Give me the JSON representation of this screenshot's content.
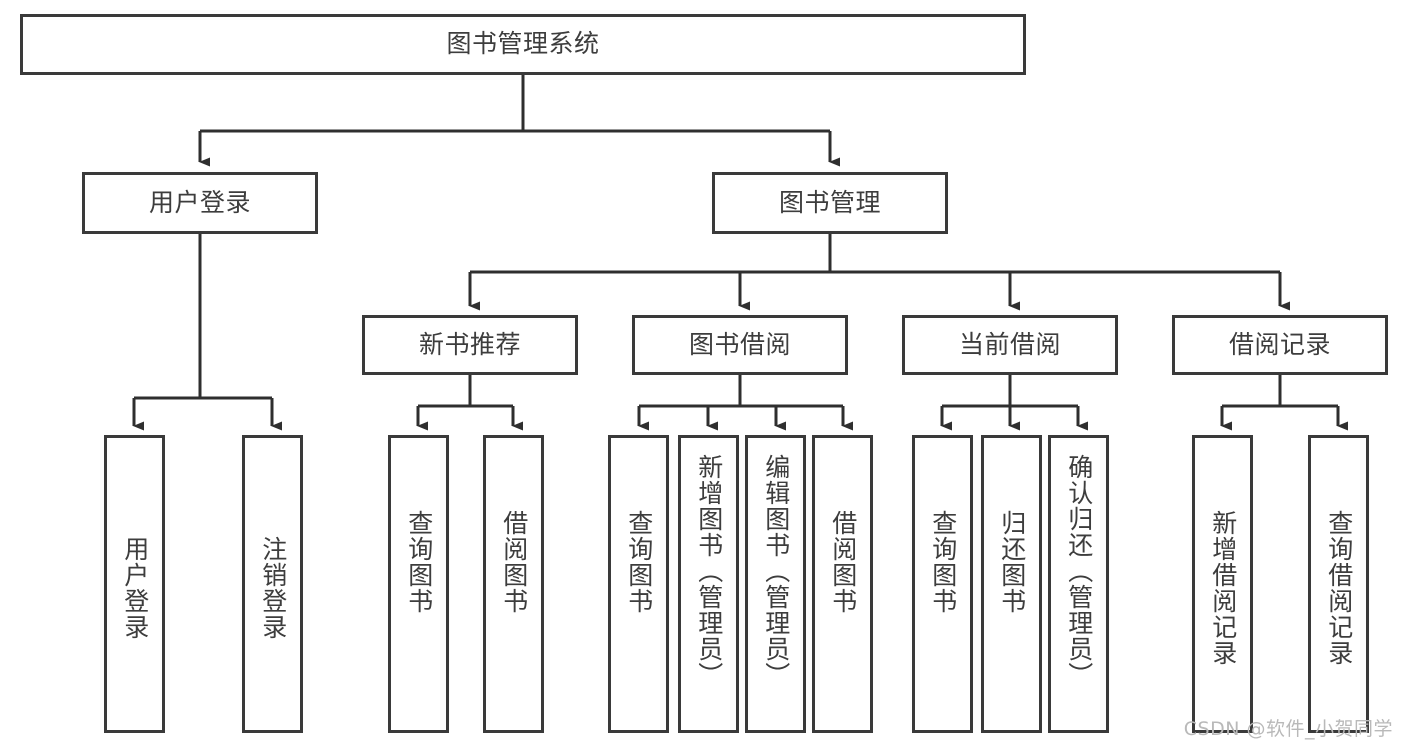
{
  "diagram": {
    "title": "图书管理系统",
    "type": "tree-hierarchy-chart",
    "root": {
      "label": "图书管理系统"
    },
    "level2": [
      {
        "label": "用户登录"
      },
      {
        "label": "图书管理"
      }
    ],
    "level3": [
      {
        "label": "新书推荐"
      },
      {
        "label": "图书借阅"
      },
      {
        "label": "当前借阅"
      },
      {
        "label": "借阅记录"
      }
    ],
    "leaves": {
      "user_login": [
        {
          "label": "用户登录"
        },
        {
          "label": "注销登录"
        }
      ],
      "new_book_recommend": [
        {
          "label": "查询图书"
        },
        {
          "label": "借阅图书"
        }
      ],
      "book_borrow": [
        {
          "label": "查询图书"
        },
        {
          "label": "新增图书（管理员）"
        },
        {
          "label": "编辑图书（管理员）"
        },
        {
          "label": "借阅图书"
        }
      ],
      "current_borrow": [
        {
          "label": "查询图书"
        },
        {
          "label": "归还图书"
        },
        {
          "label": "确认归还（管理员）"
        }
      ],
      "borrow_records": [
        {
          "label": "新增借阅记录"
        },
        {
          "label": "查询借阅记录"
        }
      ]
    }
  },
  "watermark": {
    "text": "CSDN @软件_小贺同学"
  },
  "colors": {
    "border": "#3a3a3a",
    "text": "#3d3d3d",
    "background": "#ffffff",
    "watermark": "#b9b9b9"
  }
}
